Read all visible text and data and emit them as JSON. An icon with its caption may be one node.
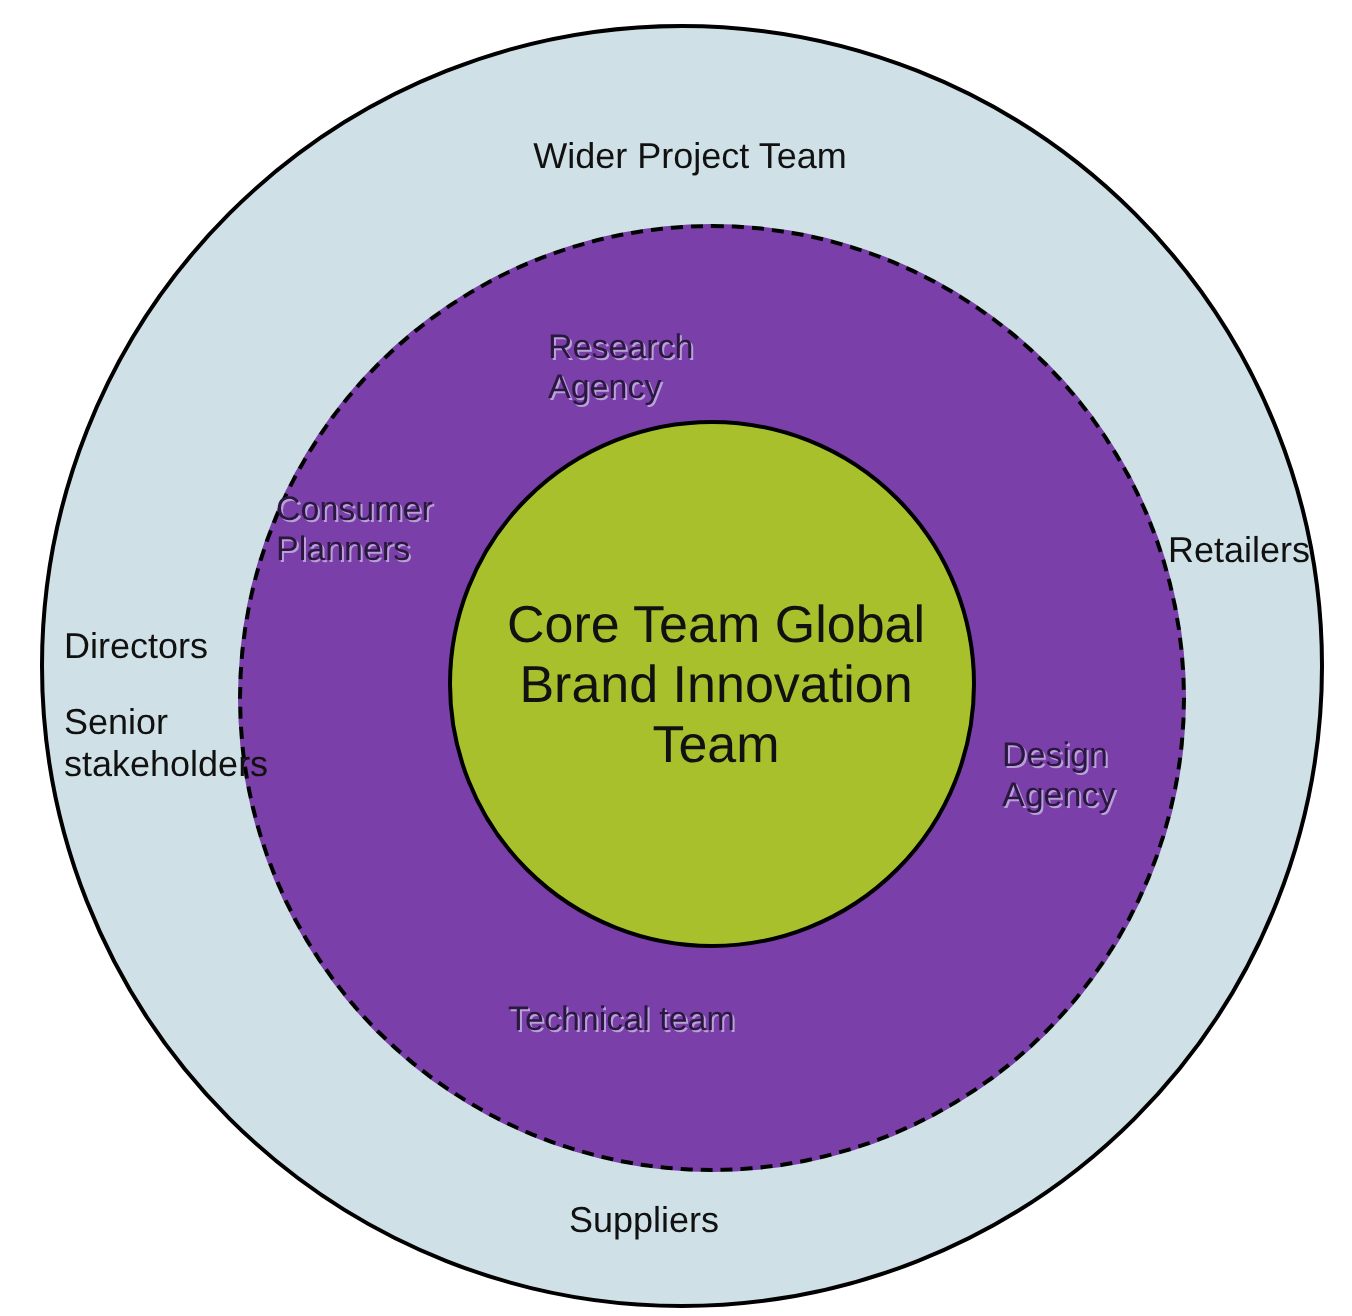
{
  "diagram": {
    "nodes": [
      {
        "text": [
          "Wider Project Team",
          "Retailers",
          "Directors",
          "Senior stakeholders",
          "Suppliers"
        ]
      },
      {
        "text": [
          "Research Agency",
          "Consumer Planners",
          "Design Agency",
          "Technical team"
        ],
        "in": 0
      },
      {
        "text": [
          "Core Team Global Brand Innovation Team"
        ],
        "in": 1
      }
    ]
  }
}
